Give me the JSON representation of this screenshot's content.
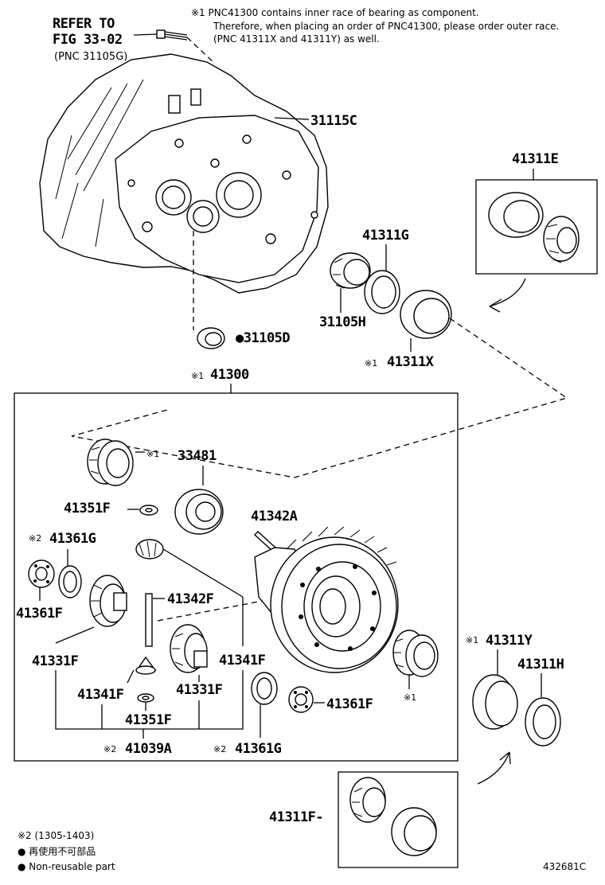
{
  "refer": {
    "line1": "REFER TO",
    "line2": "FIG 33-02",
    "line3": "(PNC 31105G)"
  },
  "note1": {
    "line1": "※1 PNC41300 contains inner race of bearing as component.",
    "line2": "Therefore, when placing an order of PNC41300, please order outer race.",
    "line3": "(PNC 41311X and 41311Y) as well."
  },
  "labels": {
    "p31115C": "31115C",
    "p41311E": "41311E",
    "p41311G": "41311G",
    "p31105H": "31105H",
    "p31105D": "●31105D",
    "p41311X": "41311X",
    "mark41311X": "※1",
    "p41300": "41300",
    "mark41300": "※1",
    "p33481": "33481",
    "markBearingTop": "※1",
    "p41351F_top": "41351F",
    "p41342A": "41342A",
    "p41361G_top": "41361G",
    "mark41361G_top": "※2",
    "p41342F": "41342F",
    "p41361F_left": "41361F",
    "p41331F_left": "41331F",
    "p41341F_right": "41341F",
    "p41341F_left": "41341F",
    "p41331F_mid": "41331F",
    "p41351F_bottom": "41351F",
    "p41361F_right": "41361F",
    "markBearingRight": "※1",
    "p41039A": "41039A",
    "mark41039A": "※2",
    "p41361G_bottom": "41361G",
    "mark41361G_bottom": "※2",
    "p41311Y": "41311Y",
    "mark41311Y": "※1",
    "p41311H": "41311H",
    "p41311F": "41311F-"
  },
  "footer": {
    "note2": "※2 (1305-1403)",
    "legend_jp": "● 再使用不可部品",
    "legend_en": "● Non-reusable part",
    "code": "432681C"
  }
}
